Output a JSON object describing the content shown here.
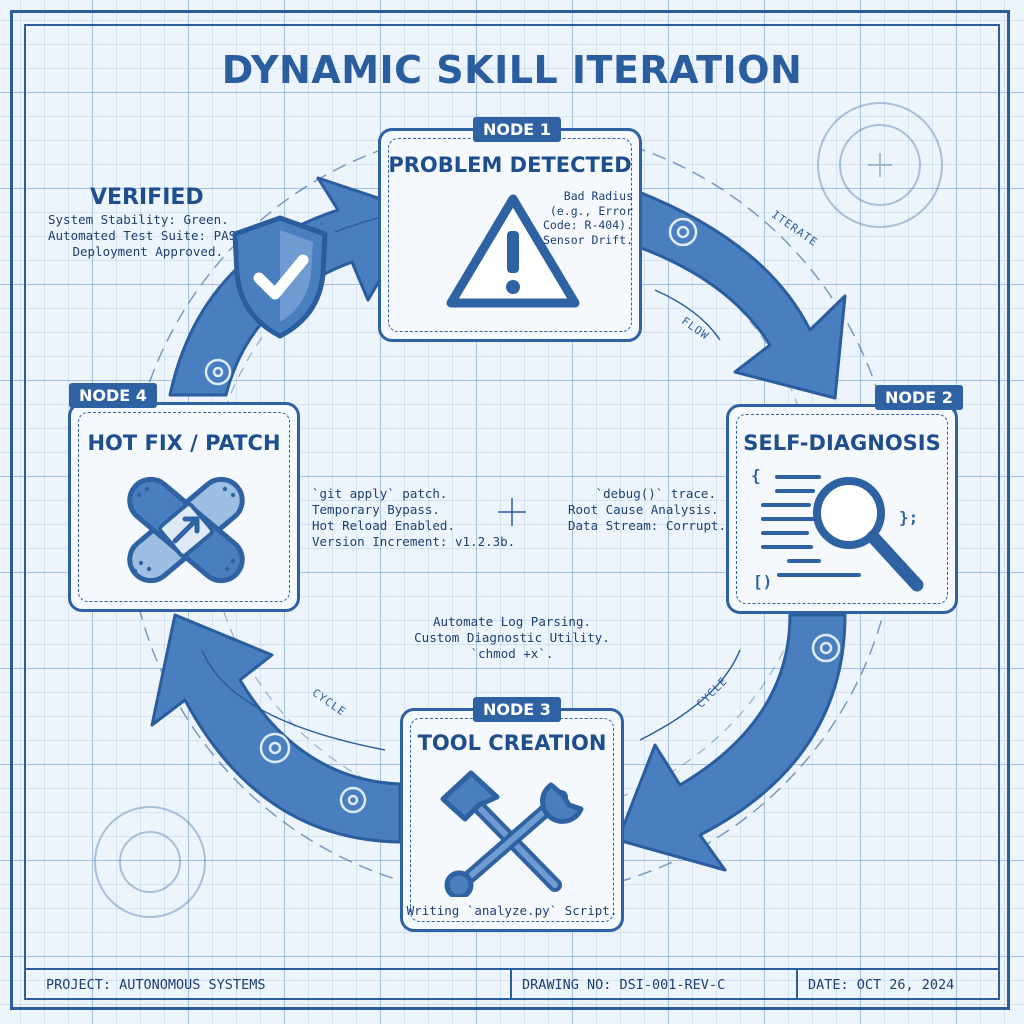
{
  "title": "DYNAMIC SKILL ITERATION",
  "nodes": {
    "node1": {
      "tag": "NODE 1",
      "title": "PROBLEM DETECTED",
      "note": [
        "Bad Radius",
        "(e.g., Error",
        "Code: R-404).",
        "Sensor Drift."
      ],
      "icon": "warning-triangle-icon"
    },
    "node2": {
      "tag": "NODE 2",
      "title": "SELF-DIAGNOSIS",
      "note": [
        "`debug()` trace.",
        "Root Cause Analysis.",
        "Data Stream: Corrupt."
      ],
      "icon": "magnifier-code-icon"
    },
    "node3": {
      "tag": "NODE 3",
      "title": "TOOL CREATION",
      "note": [
        "Automate Log Parsing.",
        "Custom Diagnostic Utility.",
        "`chmod +x`."
      ],
      "caption": "Writing `analyze.py` Script.",
      "icon": "hammer-wrench-icon"
    },
    "node4": {
      "tag": "NODE 4",
      "title": "HOT FIX / PATCH",
      "note": [
        "`git apply` patch.",
        "Temporary Bypass.",
        "Hot Reload Enabled.",
        "Version Increment: v1.2.3b."
      ],
      "icon": "bandage-patch-icon"
    }
  },
  "verified": {
    "title": "VERIFIED",
    "lines": [
      "System Stability: Green.",
      "Automated Test Suite: PASS.",
      "Deployment Approved."
    ],
    "icon": "shield-check-icon"
  },
  "arrow_labels": {
    "iterate": "ITERATE",
    "flow": "FLOW",
    "cycle_right": "CYCLE",
    "cycle_left": "CYCLE"
  },
  "footer": {
    "project": "PROJECT: AUTONOMOUS SYSTEMS",
    "drawing": "DRAWING NO: DSI-001-REV-C",
    "date": "DATE: OCT 26, 2024"
  },
  "colors": {
    "primary": "#2f62a3",
    "arrow_fill": "#4a7fbf",
    "paper": "#eef4fb",
    "ink": "#1f4e8c"
  }
}
